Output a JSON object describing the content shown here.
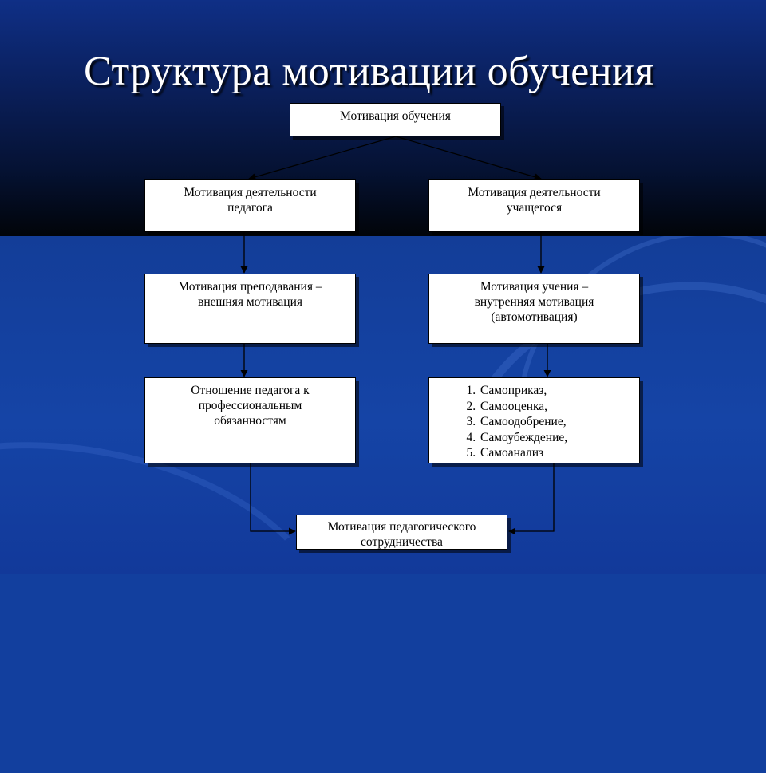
{
  "slide": {
    "title": "Структура мотивации  обучения"
  },
  "diagram": {
    "root": "Мотивация обучения",
    "left": {
      "level1": "Мотивация деятельности\nпедагога",
      "level2": "Мотивация преподавания –\nвнешняя мотивация",
      "level3": "Отношение педагога к\nпрофессиональным\nобязанностям"
    },
    "right": {
      "level1": "Мотивация деятельности\nучащегося",
      "level2": "Мотивация учения –\nвнутренняя мотивация\n(автомотивация)",
      "level3_items": [
        "Самоприказ,",
        "Самооценка,",
        "Самоодобрение,",
        "Самоубеждение,",
        "Самоанализ"
      ]
    },
    "bottom": "Мотивация педагогического\nсотрудничества"
  },
  "colors": {
    "background_top": "#010409",
    "background_bottom": "#123f9e",
    "box_fill": "#ffffff",
    "text_title": "#ffffff",
    "connector": "#000000"
  }
}
